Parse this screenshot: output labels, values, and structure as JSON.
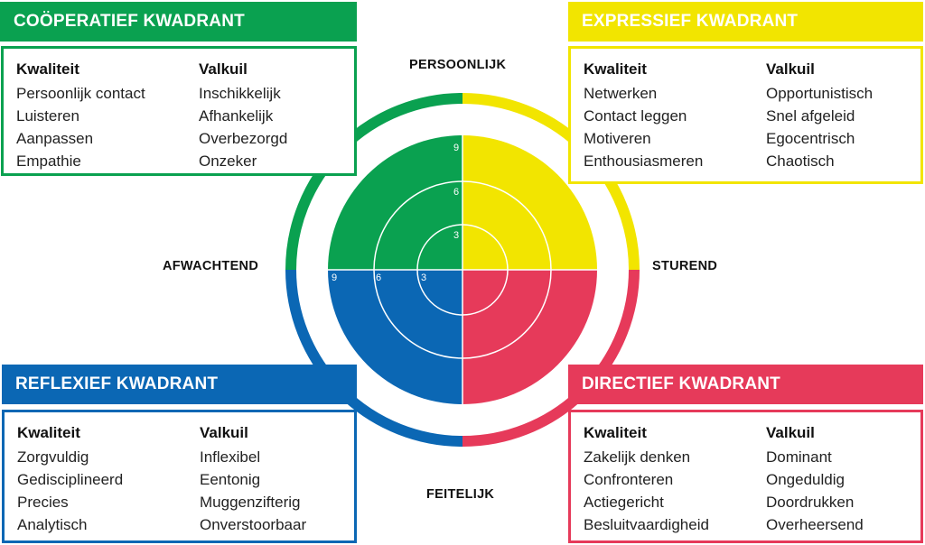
{
  "colors": {
    "cooperatief": "#0aa150",
    "expressief": "#f2e500",
    "reflexief": "#0b67b4",
    "directief": "#e63a5a"
  },
  "axes": {
    "top": "PERSOONLIJK",
    "bottom": "FEITELIJK",
    "left": "AFWACHTEND",
    "right": "STUREND"
  },
  "ticks": {
    "vertical": [
      "9",
      "6",
      "3"
    ],
    "horizontal": [
      "9",
      "6",
      "3"
    ]
  },
  "quadrants": {
    "cooperatief": {
      "title": "COÖPERATIEF KWADRANT",
      "kwaliteit_label": "Kwaliteit",
      "valkuil_label": "Valkuil",
      "kwaliteiten": [
        "Persoonlijk contact",
        "Luisteren",
        "Aanpassen",
        "Empathie"
      ],
      "valkuilen": [
        "Inschikkelijk",
        "Afhankelijk",
        "Overbezorgd",
        "Onzeker"
      ]
    },
    "expressief": {
      "title": "EXPRESSIEF KWADRANT",
      "kwaliteit_label": "Kwaliteit",
      "valkuil_label": "Valkuil",
      "kwaliteiten": [
        "Netwerken",
        "Contact leggen",
        "Motiveren",
        "Enthousiasmeren"
      ],
      "valkuilen": [
        "Opportunistisch",
        "Snel afgeleid",
        "Egocentrisch",
        "Chaotisch"
      ]
    },
    "reflexief": {
      "title": "REFLEXIEF KWADRANT",
      "kwaliteit_label": "Kwaliteit",
      "valkuil_label": "Valkuil",
      "kwaliteiten": [
        "Zorgvuldig",
        "Gedisciplineerd",
        "Precies",
        "Analytisch"
      ],
      "valkuilen": [
        "Inflexibel",
        "Eentonig",
        "Muggenzifterig",
        "Onverstoorbaar"
      ]
    },
    "directief": {
      "title": "DIRECTIEF KWADRANT",
      "kwaliteit_label": "Kwaliteit",
      "valkuil_label": "Valkuil",
      "kwaliteiten": [
        "Zakelijk denken",
        "Confronteren",
        "Actiegericht",
        "Besluitvaardigheid"
      ],
      "valkuilen": [
        "Dominant",
        "Ongeduldig",
        "Doordrukken",
        "Overheersend"
      ]
    }
  }
}
